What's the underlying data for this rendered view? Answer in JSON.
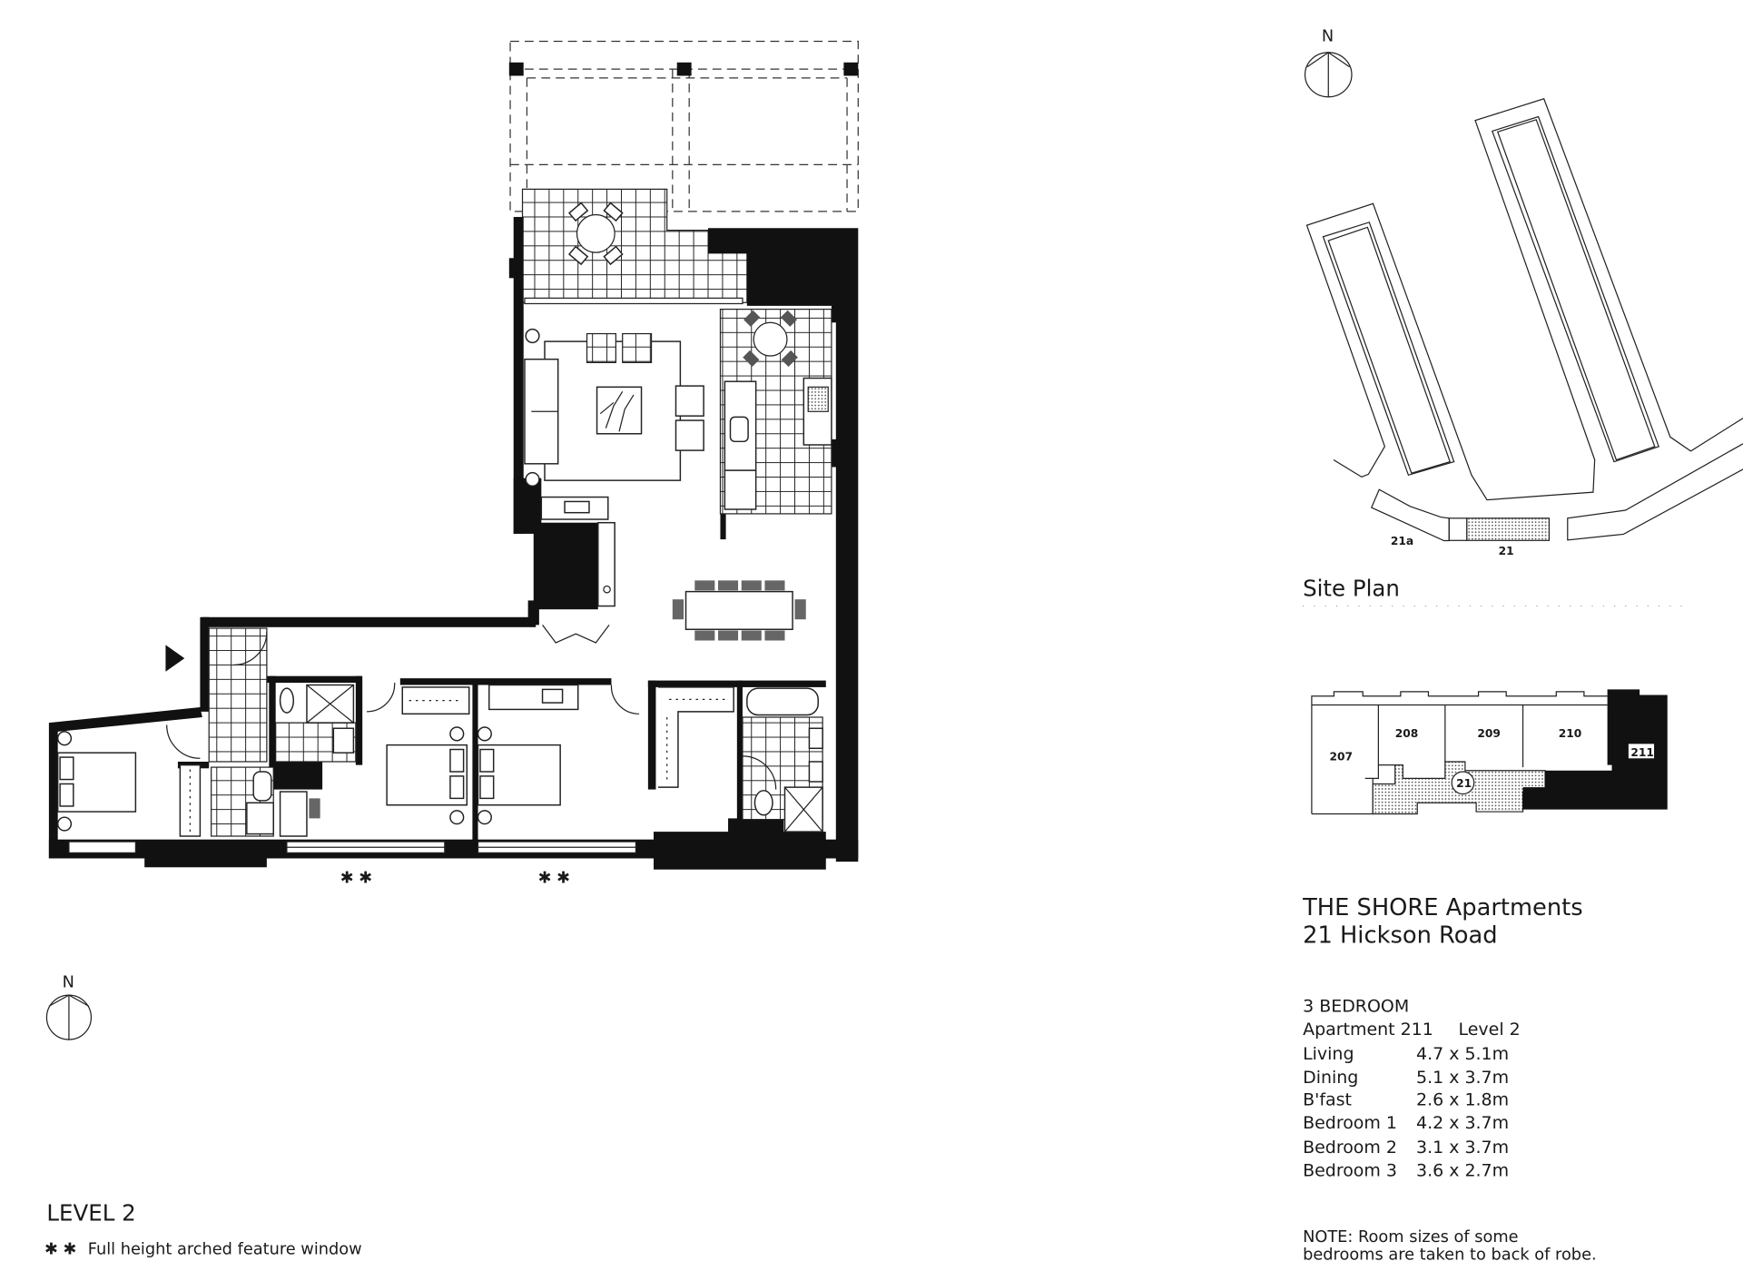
{
  "floor_plan": {
    "level_label": "LEVEL 2",
    "legend_marker": "✱ ✱",
    "legend_text": "Full height arched feature window",
    "window_marker": "✱ ✱",
    "north_label": "N"
  },
  "site_plan": {
    "title": "Site Plan",
    "north_label": "N",
    "labels": [
      "21a",
      "21"
    ]
  },
  "key_plan": {
    "units": [
      "207",
      "208",
      "209",
      "210",
      "211"
    ],
    "core_label": "21",
    "highlight_color": "#111111"
  },
  "info": {
    "name": "THE SHORE Apartments",
    "address": "21 Hickson Road",
    "type": "3 BEDROOM",
    "apartment": "Apartment 211",
    "level": "Level 2",
    "rooms": [
      {
        "name": "Living",
        "size": "4.7 x 5.1m"
      },
      {
        "name": "Dining",
        "size": "5.1 x 3.7m"
      },
      {
        "name": "B'fast",
        "size": "2.6 x 1.8m"
      },
      {
        "name": "Bedroom 1",
        "size": "4.2 x 3.7m"
      },
      {
        "name": "Bedroom 2",
        "size": "3.1 x 3.7m"
      },
      {
        "name": "Bedroom 3",
        "size": "3.6 x 2.7m"
      }
    ],
    "note_line1": "NOTE:  Room sizes of some",
    "note_line2": "bedrooms are taken to back of robe."
  }
}
